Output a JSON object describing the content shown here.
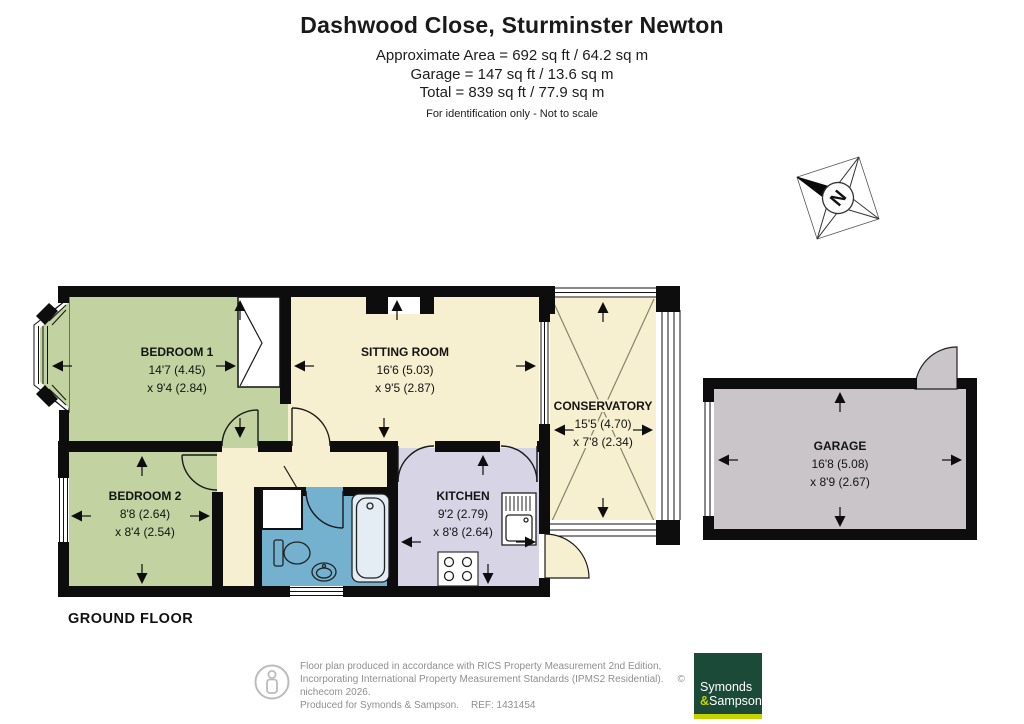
{
  "header": {
    "title": "Dashwood Close, Sturminster Newton",
    "area_line1": "Approximate Area = 692 sq ft / 64.2 sq m",
    "area_line2": "Garage = 147 sq ft / 13.6 sq m",
    "area_line3": "Total = 839 sq ft / 77.9 sq m",
    "disclaimer": "For identification only - Not to scale"
  },
  "compass": {
    "north_label": "N"
  },
  "floor": {
    "label": "GROUND FLOOR"
  },
  "rooms": {
    "bedroom1": {
      "name": "BEDROOM 1",
      "dim1": "14'7 (4.45)",
      "dim2": "x 9'4 (2.84)"
    },
    "sitting_room": {
      "name": "SITTING ROOM",
      "dim1": "16'6 (5.03)",
      "dim2": "x 9'5 (2.87)"
    },
    "conservatory": {
      "name": "CONSERVATORY",
      "dim1": "15'5 (4.70)",
      "dim2": "x 7'8 (2.34)"
    },
    "bedroom2": {
      "name": "BEDROOM 2",
      "dim1": "8'8 (2.64)",
      "dim2": "x 8'4 (2.54)"
    },
    "kitchen": {
      "name": "KITCHEN",
      "dim1": "9'2 (2.79)",
      "dim2": "x 8'8 (2.64)"
    },
    "garage": {
      "name": "GARAGE",
      "dim1": "16'8 (5.08)",
      "dim2": "x 8'9 (2.67)"
    }
  },
  "footer": {
    "line1": "Floor plan produced in accordance with RICS Property Measurement 2nd Edition,",
    "line2": "Incorporating International Property Measurement Standards (IPMS2 Residential).",
    "copyright": "© nichecom 2026.",
    "line3": "Produced for Symonds & Sampson.",
    "ref": "REF: 1431454",
    "logo": {
      "word1": "Symonds",
      "amp": "&",
      "word2": "Sampson"
    }
  },
  "colors": {
    "wall": "#0d0d0d",
    "cream": "#f6efd0",
    "green": "#c2d2a0",
    "lavender": "#d7d4e5",
    "blue": "#73b1ce",
    "garage_gray": "#cac5c8",
    "bath_white": "#e3edf3",
    "logo_green": "#1c4a39",
    "logo_yellow": "#c6d200"
  }
}
